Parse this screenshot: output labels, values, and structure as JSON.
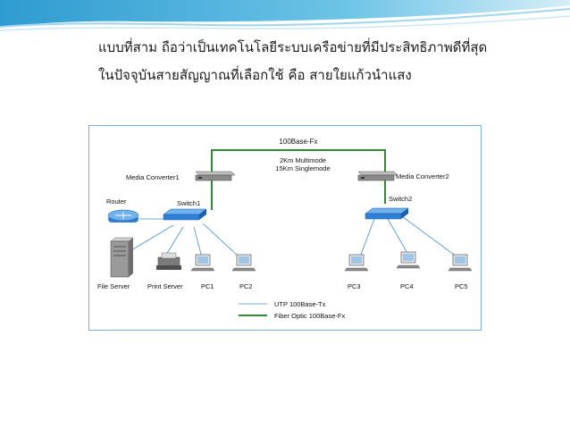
{
  "slide": {
    "line1": "แบบที่สาม ถือว่าเป็นเทคโนโลยีระบบเครือข่ายที่มีประสิทธิภาพดีที่สุด",
    "line2": "ในปัจจุบันสายสัญญาณที่เลือกใช้ คือ สายใยแก้วนำแสง",
    "accent_color": "#3ba6d6"
  },
  "diagram": {
    "backbone_label": "100Base-Fx",
    "distance_multimode": "2Km Multimode",
    "distance_singlemode": "15Km Singlemode",
    "media_converter_1": "Media Converter1",
    "media_converter_2": "Media Converter2",
    "switch_1": "Switch1",
    "switch_2": "Switch2",
    "router": "Router",
    "devices": {
      "file_server": "File Server",
      "print_server": "Print Server",
      "pc1": "PC1",
      "pc2": "PC2",
      "pc3": "PC3",
      "pc4": "PC4",
      "pc5": "PC5"
    },
    "legend": {
      "utp": "UTP 100Base-Tx",
      "fiber": "Fiber Optic 100Base-Fx"
    },
    "colors": {
      "utp_line": "#3c8fd2",
      "fiber_line": "#2f8a36",
      "frame_border": "#7aaed8",
      "switch_fill": "#2f7fd6"
    },
    "icons": [
      "media-converter-icon",
      "switch-icon",
      "router-icon",
      "server-icon",
      "printer-icon",
      "pc-icon"
    ]
  }
}
